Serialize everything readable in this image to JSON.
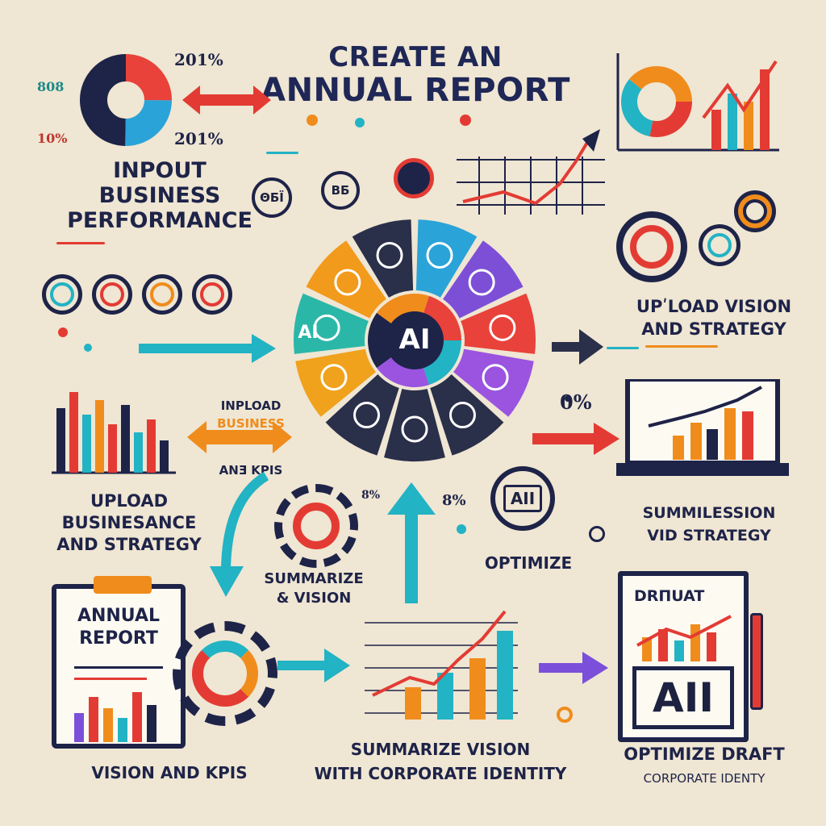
{
  "title": {
    "line1": "CREATE AN",
    "line2": "ANNUAL REPORT"
  },
  "percents": {
    "top_1": "201%",
    "top_2": "201%",
    "left_1": "808",
    "left_2": "10%",
    "mid_right": "0%",
    "center_small": "8%",
    "center_small2": "8%"
  },
  "steps": {
    "input_business": [
      "INPOUT",
      "BUSINESS",
      "PERFORMANCE"
    ],
    "upload_vision": [
      "UPʹLOAD VISION",
      "AND  STRATEGY"
    ],
    "inpload": [
      "INPLOAD",
      "BUSINESS",
      "ANƎ KPIS"
    ],
    "upload_business": [
      "UPLOAD",
      "BUSINESANCE",
      "AND STRATEGY"
    ],
    "summilession": [
      "SUMMILESSION",
      "VID STRATEGY"
    ],
    "summarize": [
      "SUMMARIZE",
      "& VISION"
    ],
    "optimize": "OPTIMIZE",
    "vision_kpis": "VISION AND KPIS",
    "summarize_identity": [
      "SUMMARIZE VISION",
      "WITH CORPORATE IDENTITY"
    ],
    "optimize_draft": [
      "OPTIMIZE DRAFT",
      "CORPORATE IDENTY"
    ]
  },
  "badges": {
    "b1": "ΘБЇ",
    "b2": "ΒБ"
  },
  "wheel": {
    "center_label": "AI",
    "left_segment": "AI",
    "colors": [
      "#2aa3d8",
      "#7d4fd6",
      "#e8423a",
      "#9a54e0",
      "#2a2f4a",
      "#2a2f4a",
      "#2a2f4a",
      "#f0a21c",
      "#2bb7a8",
      "#f29a1c",
      "#2a2f4a"
    ]
  },
  "report_card": {
    "title_1": "ANNUAL",
    "title_2": "REPORT"
  },
  "draft_card": {
    "title": "DRΠUAT",
    "big": "AII"
  },
  "ai_badge": "AII",
  "colors": {
    "red": "#e33b34",
    "teal": "#22b3c4",
    "orange": "#f08c1c",
    "navy": "#1e2348",
    "purple": "#7b4fd9"
  }
}
